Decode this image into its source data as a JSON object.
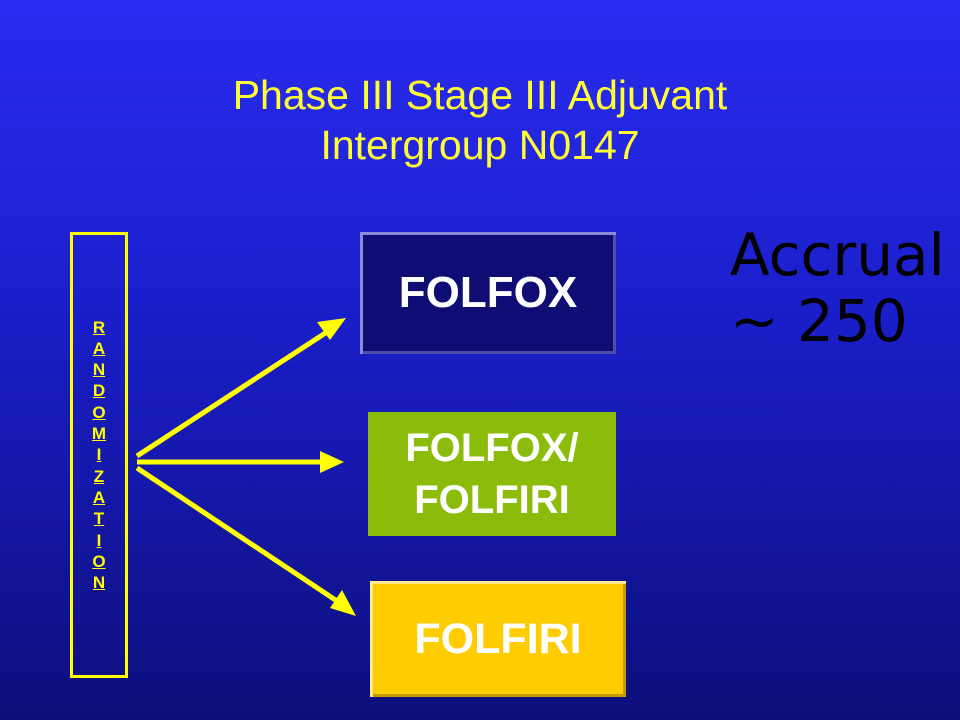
{
  "title": {
    "line1": "Phase III Stage III Adjuvant",
    "line2": "Intergroup N0147"
  },
  "randomization": {
    "letters": [
      "R",
      "A",
      "N",
      "D",
      "O",
      "M",
      "I",
      "Z",
      "A",
      "T",
      "I",
      "O",
      "N"
    ]
  },
  "arms": [
    {
      "label": "FOLFOX"
    },
    {
      "label_line1": "FOLFOX/",
      "label_line2": "FOLFIRI"
    },
    {
      "label": "FOLFIRI"
    }
  ],
  "accrual": {
    "line1": "Accrual",
    "line2": "~ 250"
  },
  "colors": {
    "background_top": "#2a2cf0",
    "background_bottom": "#0d0f7a",
    "title": "#ffff33",
    "arrow": "#ffff00",
    "arm_folfox": "#0f0d74",
    "arm_mixed": "#8cbc0a",
    "arm_folfiri": "#ffcc00"
  }
}
